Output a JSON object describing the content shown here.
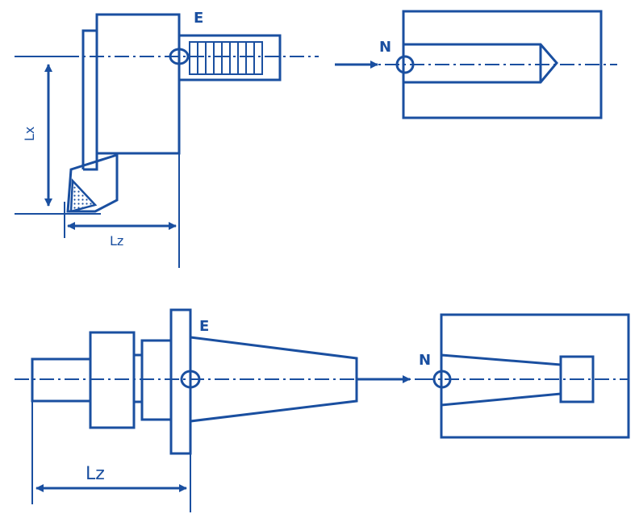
{
  "labels": {
    "e_top": "E",
    "n_top": "N",
    "lx": "Lx",
    "lz_top": "Lz",
    "e_bottom": "E",
    "n_bottom": "N",
    "lz_bottom": "Lz"
  },
  "colors": {
    "line": "#1a4fa0",
    "background": "#ffffff"
  }
}
